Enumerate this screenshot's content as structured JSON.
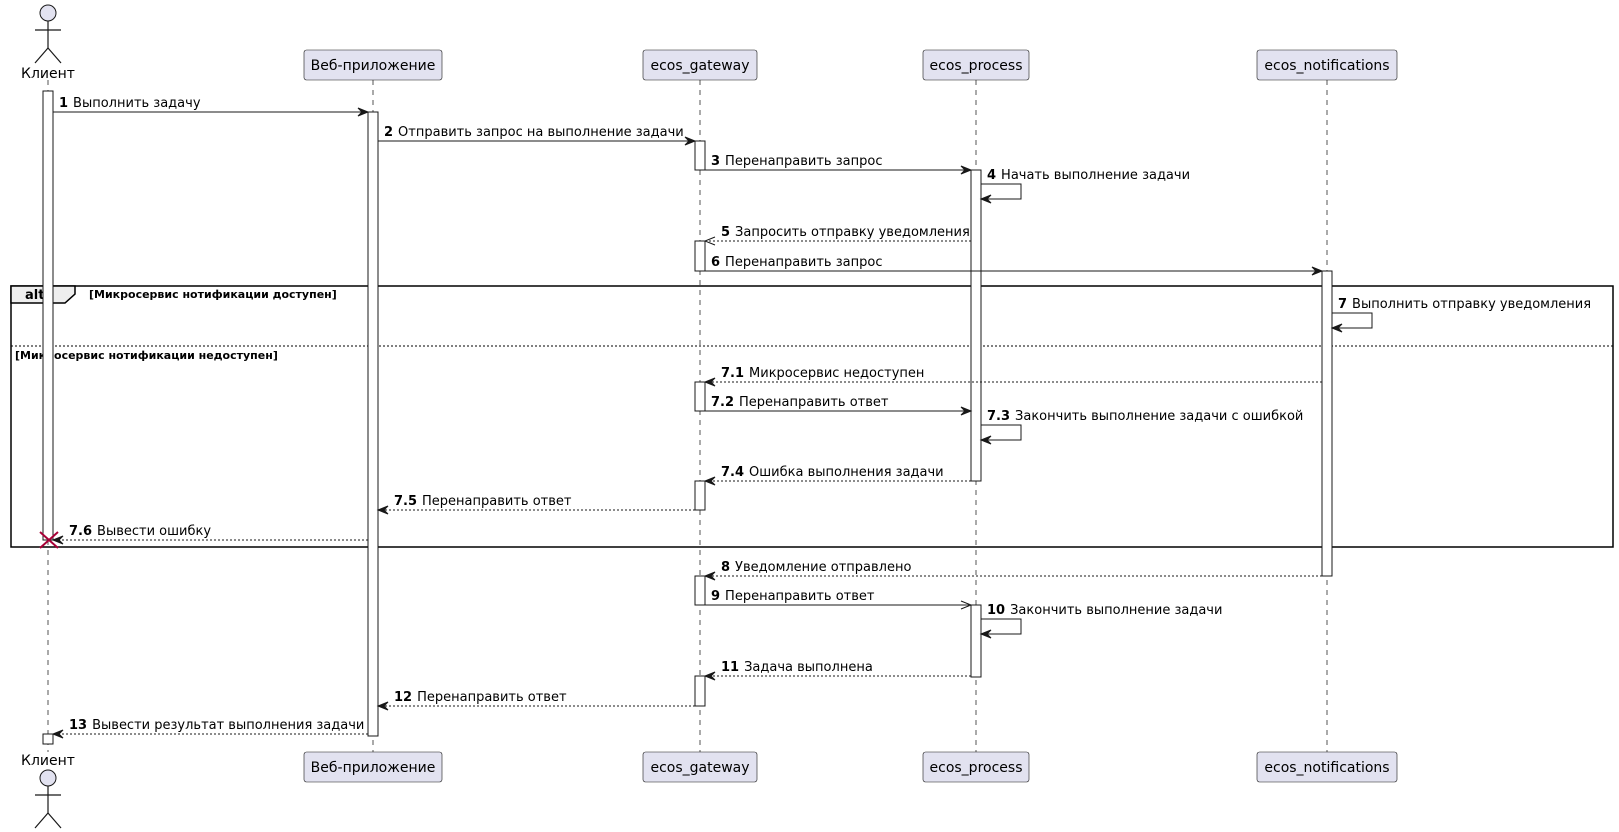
{
  "participants": [
    {
      "id": "client",
      "label": "Клиент",
      "kind": "actor"
    },
    {
      "id": "web",
      "label": "Веб-приложение",
      "kind": "participant"
    },
    {
      "id": "gw",
      "label": "ecos_gateway",
      "kind": "participant"
    },
    {
      "id": "proc",
      "label": "ecos_process",
      "kind": "participant"
    },
    {
      "id": "notif",
      "label": "ecos_notifications",
      "kind": "participant"
    }
  ],
  "messages": [
    {
      "num": "1",
      "text": "Выполнить задачу",
      "from": "client",
      "to": "web",
      "style": "solid",
      "arrow": "filled"
    },
    {
      "num": "2",
      "text": "Отправить запрос на выполнение задачи",
      "from": "web",
      "to": "gw",
      "style": "solid",
      "arrow": "filled"
    },
    {
      "num": "3",
      "text": "Перенаправить запрос",
      "from": "gw",
      "to": "proc",
      "style": "solid",
      "arrow": "filled"
    },
    {
      "num": "4",
      "text": "Начать выполнение задачи",
      "from": "proc",
      "to": "proc",
      "style": "solid",
      "arrow": "filled"
    },
    {
      "num": "5",
      "text": "Запросить отправку уведомления",
      "from": "proc",
      "to": "gw",
      "style": "dashed",
      "arrow": "open"
    },
    {
      "num": "6",
      "text": "Перенаправить запрос",
      "from": "gw",
      "to": "notif",
      "style": "solid",
      "arrow": "filled"
    },
    {
      "num": "7",
      "text": "Выполнить отправку уведомления",
      "from": "notif",
      "to": "notif",
      "style": "solid",
      "arrow": "filled"
    },
    {
      "num": "7.1",
      "text": "Микросервис недоступен",
      "from": "notif",
      "to": "gw",
      "style": "dashed",
      "arrow": "filled"
    },
    {
      "num": "7.2",
      "text": "Перенаправить ответ",
      "from": "gw",
      "to": "proc",
      "style": "solid",
      "arrow": "filled"
    },
    {
      "num": "7.3",
      "text": "Закончить выполнение задачи с ошибкой",
      "from": "proc",
      "to": "proc",
      "style": "solid",
      "arrow": "filled"
    },
    {
      "num": "7.4",
      "text": "Ошибка выполнения задачи",
      "from": "proc",
      "to": "gw",
      "style": "dashed",
      "arrow": "filled"
    },
    {
      "num": "7.5",
      "text": "Перенаправить ответ",
      "from": "gw",
      "to": "web",
      "style": "dashed",
      "arrow": "filled"
    },
    {
      "num": "7.6",
      "text": "Вывести ошибку",
      "from": "web",
      "to": "client",
      "style": "dashed",
      "arrow": "filled"
    },
    {
      "num": "8",
      "text": "Уведомление отправлено",
      "from": "notif",
      "to": "gw",
      "style": "dashed",
      "arrow": "filled"
    },
    {
      "num": "9",
      "text": "Перенаправить ответ",
      "from": "gw",
      "to": "proc",
      "style": "solid",
      "arrow": "open"
    },
    {
      "num": "10",
      "text": "Закончить выполнение задачи",
      "from": "proc",
      "to": "proc",
      "style": "solid",
      "arrow": "filled"
    },
    {
      "num": "11",
      "text": "Задача выполнена",
      "from": "proc",
      "to": "gw",
      "style": "dashed",
      "arrow": "filled"
    },
    {
      "num": "12",
      "text": "Перенаправить ответ",
      "from": "gw",
      "to": "web",
      "style": "dashed",
      "arrow": "filled"
    },
    {
      "num": "13",
      "text": "Вывести результат выполнения задачи",
      "from": "web",
      "to": "client",
      "style": "dashed",
      "arrow": "filled"
    }
  ],
  "fragment": {
    "keyword": "alt",
    "guard_1": "[Микросервис нотификации доступен]",
    "guard_2": "[Микросервис нотификации недоступен]"
  },
  "colors": {
    "participant_fill": "#E2E2F0",
    "border": "#181818",
    "destroy": "#A80036"
  }
}
